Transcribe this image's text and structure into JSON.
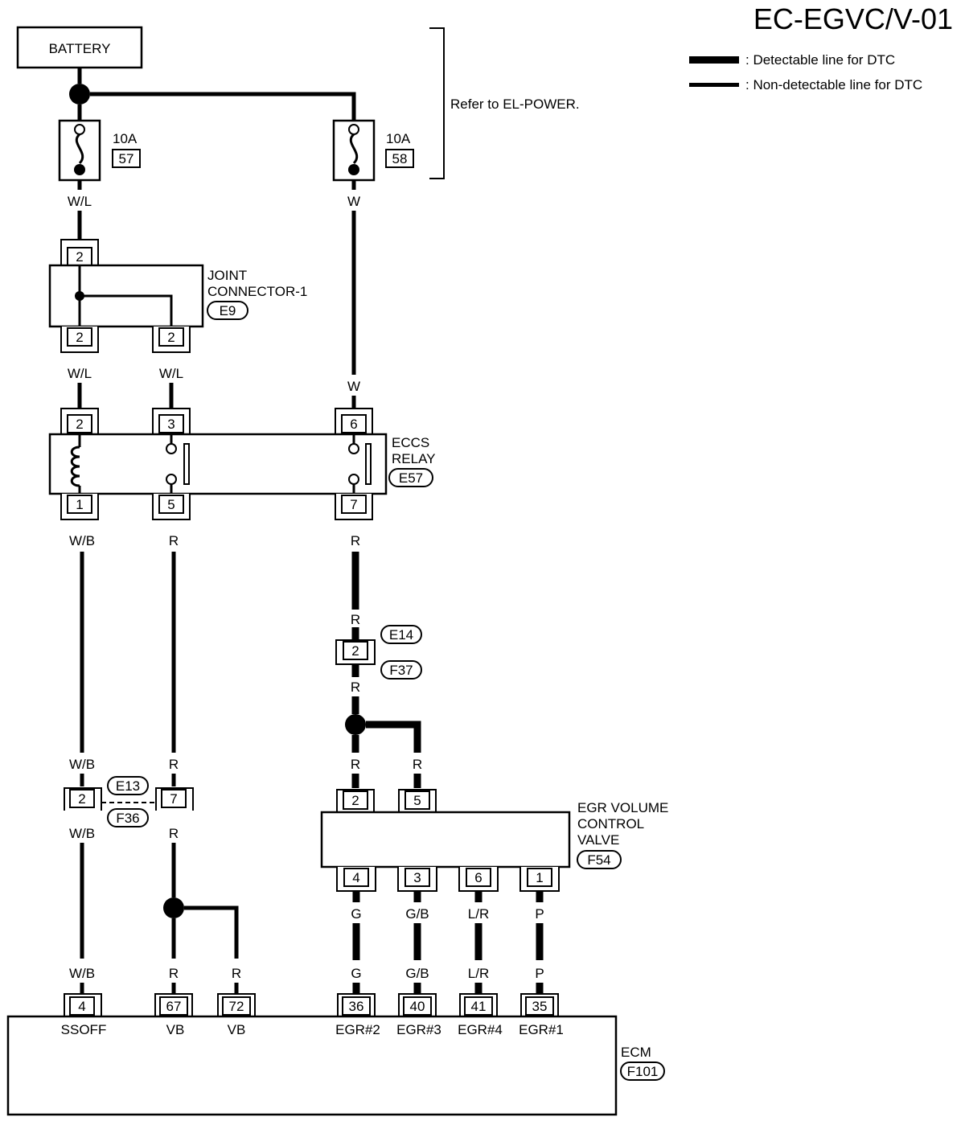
{
  "title": "EC-EGVC/V-01",
  "legend": {
    "detectable": ": Detectable line for DTC",
    "non_detectable": ": Non-detectable line for DTC"
  },
  "battery": {
    "label": "BATTERY"
  },
  "power_note": "Refer to EL-POWER.",
  "fuses": [
    {
      "amp": "10A",
      "number": "57"
    },
    {
      "amp": "10A",
      "number": "58"
    }
  ],
  "joint_connector": {
    "name": "JOINT\nCONNECTOR-1",
    "line1": "JOINT",
    "line2": "CONNECTOR-1",
    "id": "E9",
    "top_pin": "2",
    "bottom_pins": [
      "2",
      "2"
    ]
  },
  "eccs_relay": {
    "line1": "ECCS",
    "line2": "RELAY",
    "id": "E57",
    "top_pins": [
      "2",
      "3",
      "6"
    ],
    "bottom_pins": [
      "1",
      "5",
      "7"
    ]
  },
  "egr_valve": {
    "line1": "EGR VOLUME",
    "line2": "CONTROL",
    "line3": "VALVE",
    "id": "F54",
    "top_pins": [
      "2",
      "5"
    ],
    "bottom_pins": [
      "4",
      "3",
      "6",
      "1"
    ]
  },
  "ecm": {
    "label": "ECM",
    "id": "F101",
    "pins": [
      {
        "pin": "4",
        "name": "SSOFF"
      },
      {
        "pin": "67",
        "name": "VB"
      },
      {
        "pin": "72",
        "name": "VB"
      },
      {
        "pin": "36",
        "name": "EGR#2"
      },
      {
        "pin": "40",
        "name": "EGR#3"
      },
      {
        "pin": "41",
        "name": "EGR#4"
      },
      {
        "pin": "35",
        "name": "EGR#1"
      }
    ]
  },
  "connectors": {
    "e14_f37": {
      "top_id": "E14",
      "bottom_id": "F37",
      "pin": "2"
    },
    "e13_f36": {
      "top_id": "E13",
      "bottom_id": "F36",
      "pins": [
        "2",
        "7"
      ]
    }
  },
  "wire_colors": {
    "wl": "W/L",
    "w": "W",
    "wb": "W/B",
    "r": "R",
    "g": "G",
    "gb": "G/B",
    "lr": "L/R",
    "p": "P"
  }
}
